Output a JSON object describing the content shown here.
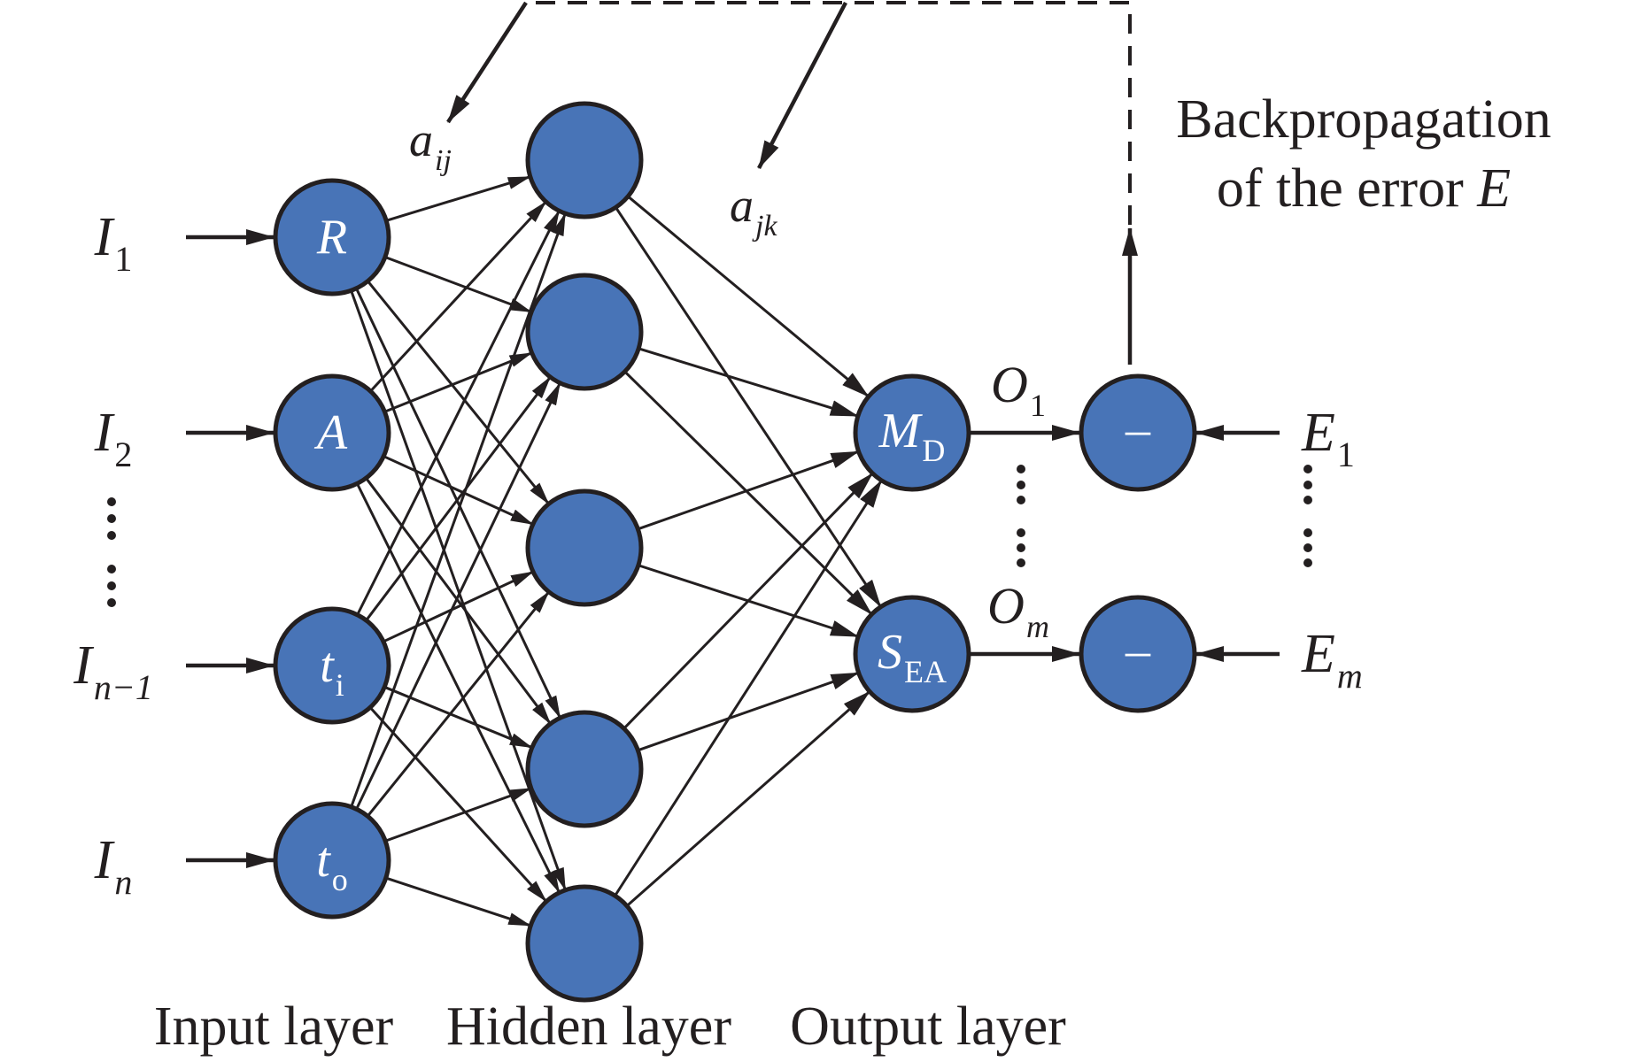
{
  "diagram": {
    "type": "neural-network",
    "colors": {
      "node_fill": "#4874b7",
      "stroke": "#231f20",
      "node_text": "#ffffff"
    },
    "inputs": [
      {
        "base": "I",
        "sub": "1"
      },
      {
        "base": "I",
        "sub": "2"
      },
      {
        "base": "I",
        "sub": "n−1"
      },
      {
        "base": "I",
        "sub": "n"
      }
    ],
    "input_nodes": [
      {
        "base": "R",
        "sub": ""
      },
      {
        "base": "A",
        "sub": ""
      },
      {
        "base": "t",
        "sub": "i"
      },
      {
        "base": "t",
        "sub": "o"
      }
    ],
    "hidden_node_count": 5,
    "output_nodes": [
      {
        "base": "M",
        "sub": "D"
      },
      {
        "base": "S",
        "sub": "EA"
      }
    ],
    "outputs": [
      {
        "base": "O",
        "sub": "1"
      },
      {
        "base": "O",
        "sub": "m"
      }
    ],
    "error_nodes": [
      {
        "symbol": "–"
      },
      {
        "symbol": "–"
      }
    ],
    "targets": [
      {
        "base": "E",
        "sub": "1"
      },
      {
        "base": "E",
        "sub": "m"
      }
    ],
    "weights": {
      "input_hidden": {
        "base": "a",
        "sub": "ij"
      },
      "hidden_output": {
        "base": "a",
        "sub": "jk"
      }
    },
    "backprop_label": {
      "line1": "Backpropagation",
      "line2_prefix": "of the error ",
      "line2_var": "E"
    },
    "layer_labels": {
      "input": "Input layer",
      "hidden": "Hidden layer",
      "output": "Output layer"
    }
  }
}
